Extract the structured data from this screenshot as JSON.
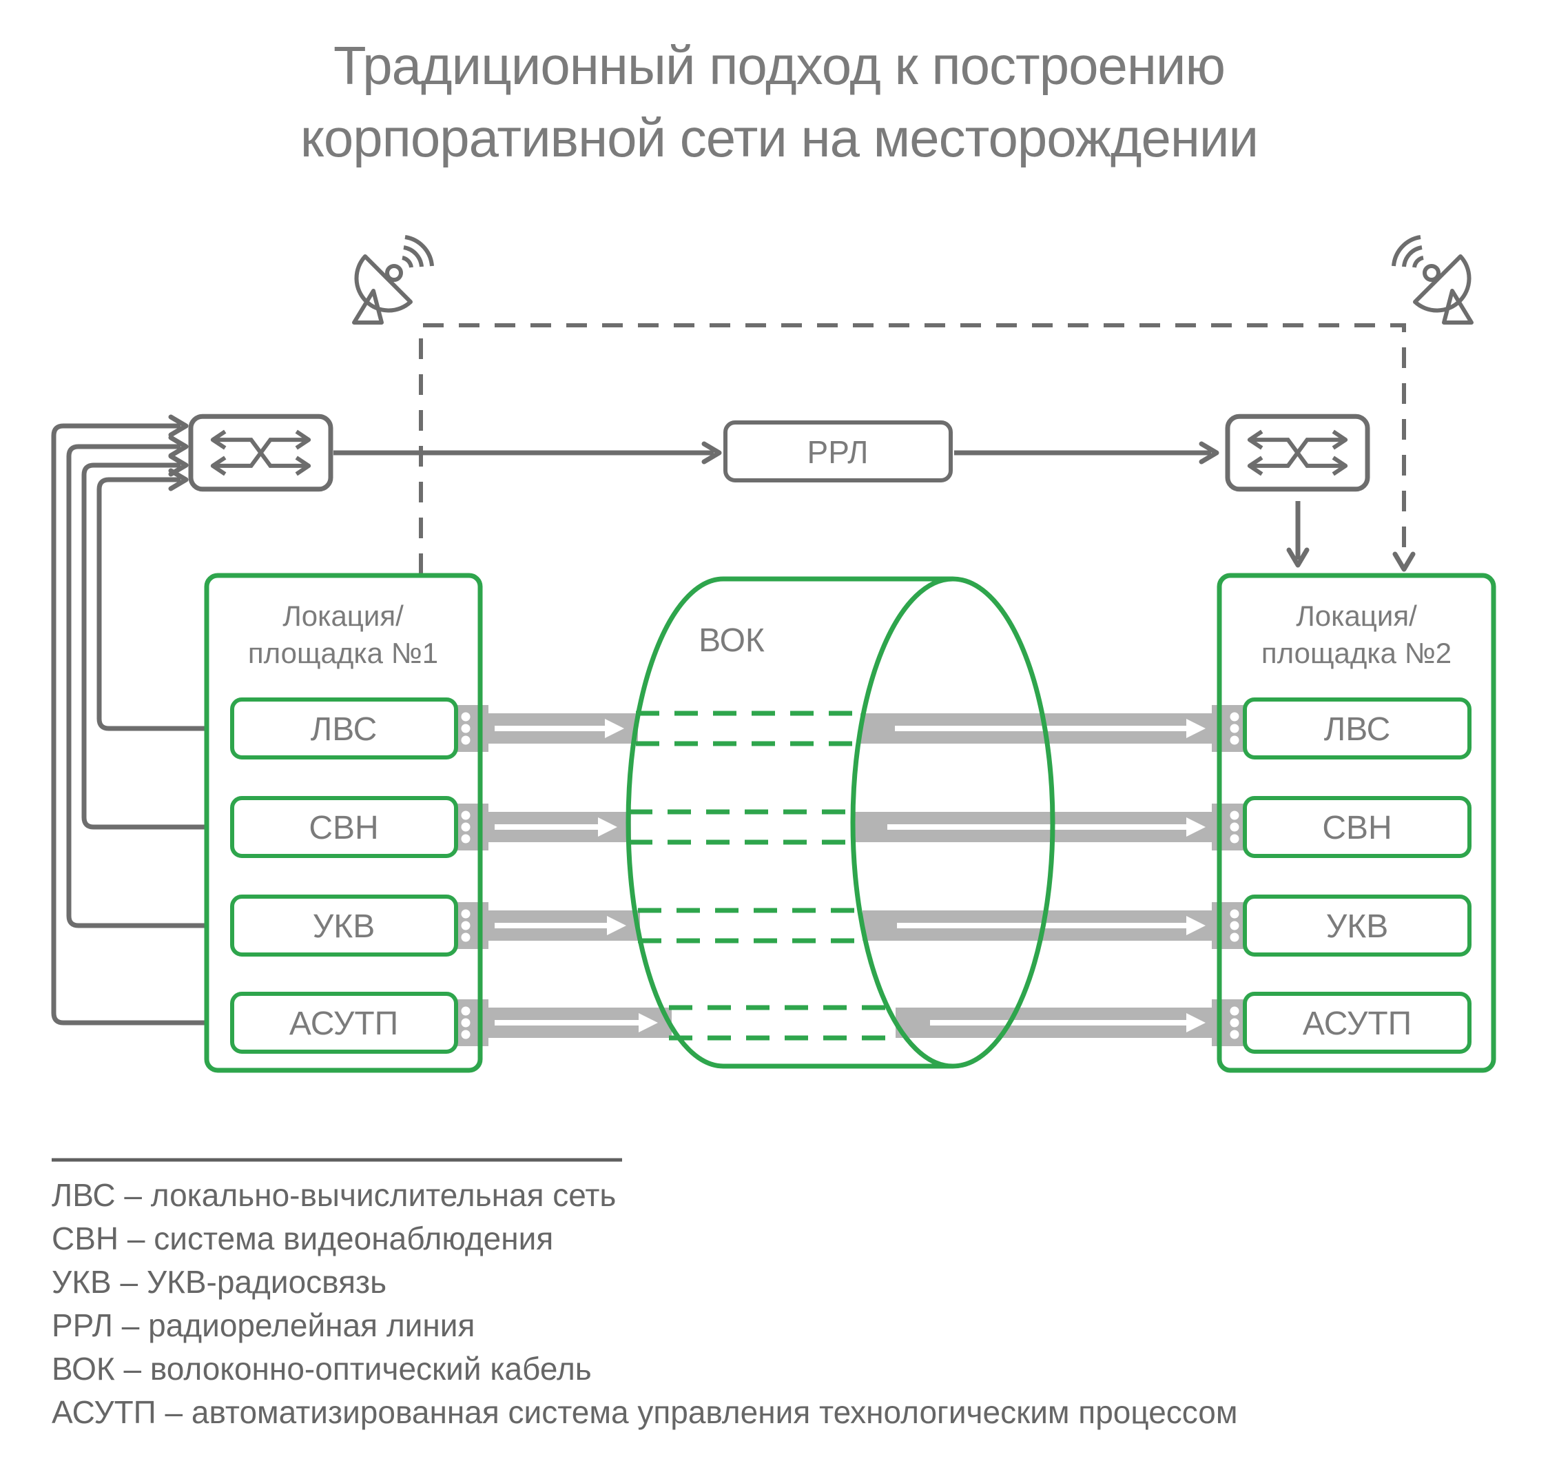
{
  "title": {
    "line1": "Традиционный подход к построению",
    "line2": "корпоративной сети на месторождении"
  },
  "radio_link": {
    "rrl_label": "РРЛ"
  },
  "fiber": {
    "vok_label": "ВОК"
  },
  "site1": {
    "title_line1": "Локация/",
    "title_line2": "площадка №1",
    "systems": [
      "ЛВС",
      "СВН",
      "УКВ",
      "АСУТП"
    ]
  },
  "site2": {
    "title_line1": "Локация/",
    "title_line2": "площадка №2",
    "systems": [
      "ЛВС",
      "СВН",
      "УКВ",
      "АСУТП"
    ]
  },
  "legend": {
    "items": [
      "ЛВС – локально-вычислительная сеть",
      "СВН – система видеонаблюдения",
      "УКВ – УКВ-радиосвязь",
      "РРЛ – радиорелейная линия",
      "ВОК – волоконно-оптический кабель",
      "АСУТП – автоматизированная система управления технологическим процессом"
    ]
  },
  "icons": {
    "satellite": "satellite-dish-icon",
    "switch": "network-switch-icon"
  },
  "colors": {
    "green": "#2ea54c",
    "line_gray": "#6d6d6d",
    "text_gray": "#7b7b7b",
    "legend_gray": "#666666",
    "pipe_gray": "#b4b4b4"
  }
}
